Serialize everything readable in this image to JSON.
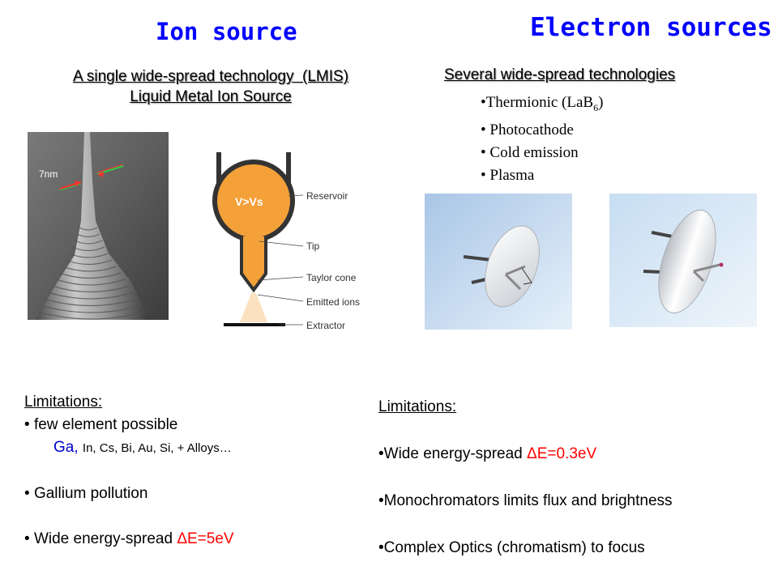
{
  "ion": {
    "title": "Ion source",
    "subtitle_line1": "A single wide-spread technology  (LMIS)",
    "subtitle_line2": "Liquid Metal Ion Source",
    "sem_label": "7nm",
    "diagram": {
      "center_label": "V>Vs",
      "labels": [
        "Reservoir",
        "Tip",
        "Taylor cone",
        "Emitted ions",
        "Extractor"
      ]
    },
    "limitations": {
      "heading": "Limitations:",
      "item1": "few element possible",
      "elements_ga": "Ga,",
      "elements_rest": "In, Cs, Bi, Au, Si, + Alloys…",
      "item2": "Gallium pollution",
      "item3_prefix": "Wide energy-spread ",
      "item3_value": "ΔE=5eV"
    }
  },
  "electron": {
    "title": "Electron sources",
    "subtitle": "Several wide-spread technologies",
    "techs": {
      "t1_main": "Thermionic (LaB",
      "t1_sub": "6",
      "t1_close": ")",
      "t2": "Photocathode",
      "t3": "Cold emission",
      "t4": "Plasma"
    },
    "limitations": {
      "heading": "Limitations:",
      "item1_prefix": "•Wide energy-spread ",
      "item1_value": "ΔE=0.3eV",
      "item2": "•Monochromators limits flux and brightness",
      "item3": "•Complex Optics (chromatism) to focus"
    }
  },
  "colors": {
    "title_blue": "#0000ff",
    "accent_red": "#ff0000",
    "orange": "#f4a13a"
  }
}
